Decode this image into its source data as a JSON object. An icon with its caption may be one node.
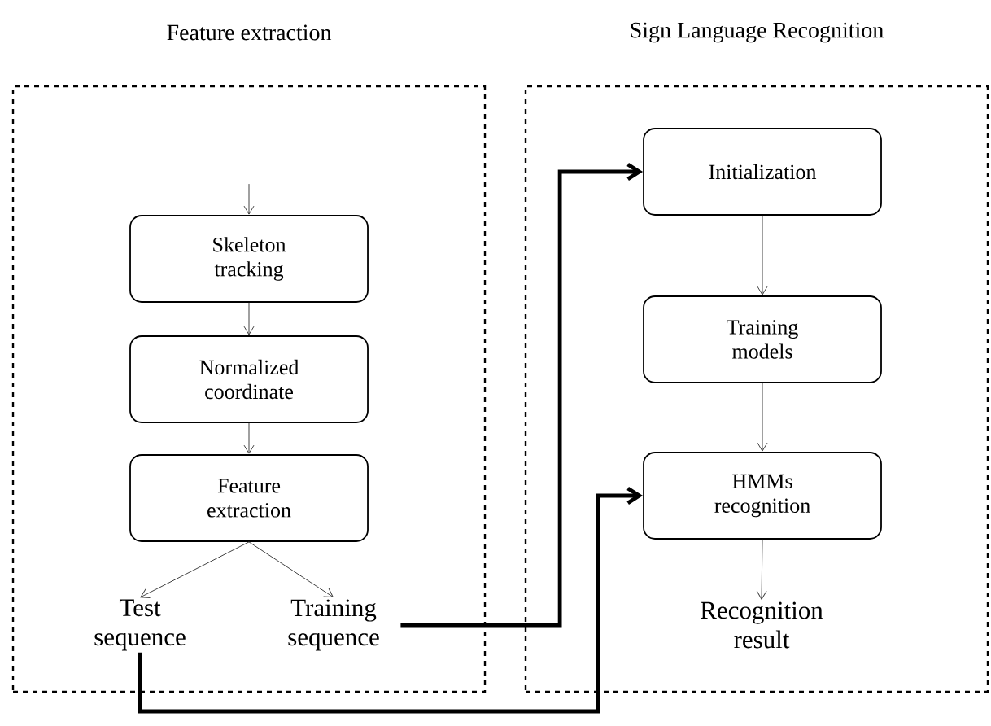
{
  "diagram": {
    "nodes": [
      {
        "text": [
          "Feature extraction"
        ]
      },
      {
        "text": [
          "Sign Language Recognition"
        ]
      },
      {
        "text": [
          "Skeleton tracking"
        ],
        "in": 0
      },
      {
        "text": [
          "Normalized coordinate"
        ],
        "in": 0
      },
      {
        "text": [
          "Feature extraction"
        ],
        "in": 0
      },
      {
        "text": [
          "Test sequence"
        ],
        "in": 0
      },
      {
        "text": [
          "Training sequence"
        ],
        "in": 0
      },
      {
        "text": [
          "Initialization"
        ],
        "in": 1
      },
      {
        "text": [
          "Training models"
        ],
        "in": 1
      },
      {
        "text": [
          "HMMs recognition"
        ],
        "in": 1
      },
      {
        "text": [
          "Recognition result"
        ],
        "in": 1
      }
    ],
    "edges": [
      {
        "from": null,
        "to": 2,
        "arrow": "to"
      },
      {
        "from": 2,
        "to": 3,
        "arrow": "to"
      },
      {
        "from": 3,
        "to": 4,
        "arrow": "to"
      },
      {
        "from": 4,
        "to": 5,
        "arrow": "to"
      },
      {
        "from": 4,
        "to": 6,
        "arrow": "to"
      },
      {
        "from": 6,
        "to": 7,
        "arrow": "to",
        "style": "thick"
      },
      {
        "from": 5,
        "to": 9,
        "arrow": "to",
        "style": "thick"
      },
      {
        "from": 7,
        "to": 8,
        "arrow": "to"
      },
      {
        "from": 8,
        "to": 9,
        "arrow": "to"
      },
      {
        "from": 9,
        "to": 10,
        "arrow": "to"
      }
    ]
  }
}
